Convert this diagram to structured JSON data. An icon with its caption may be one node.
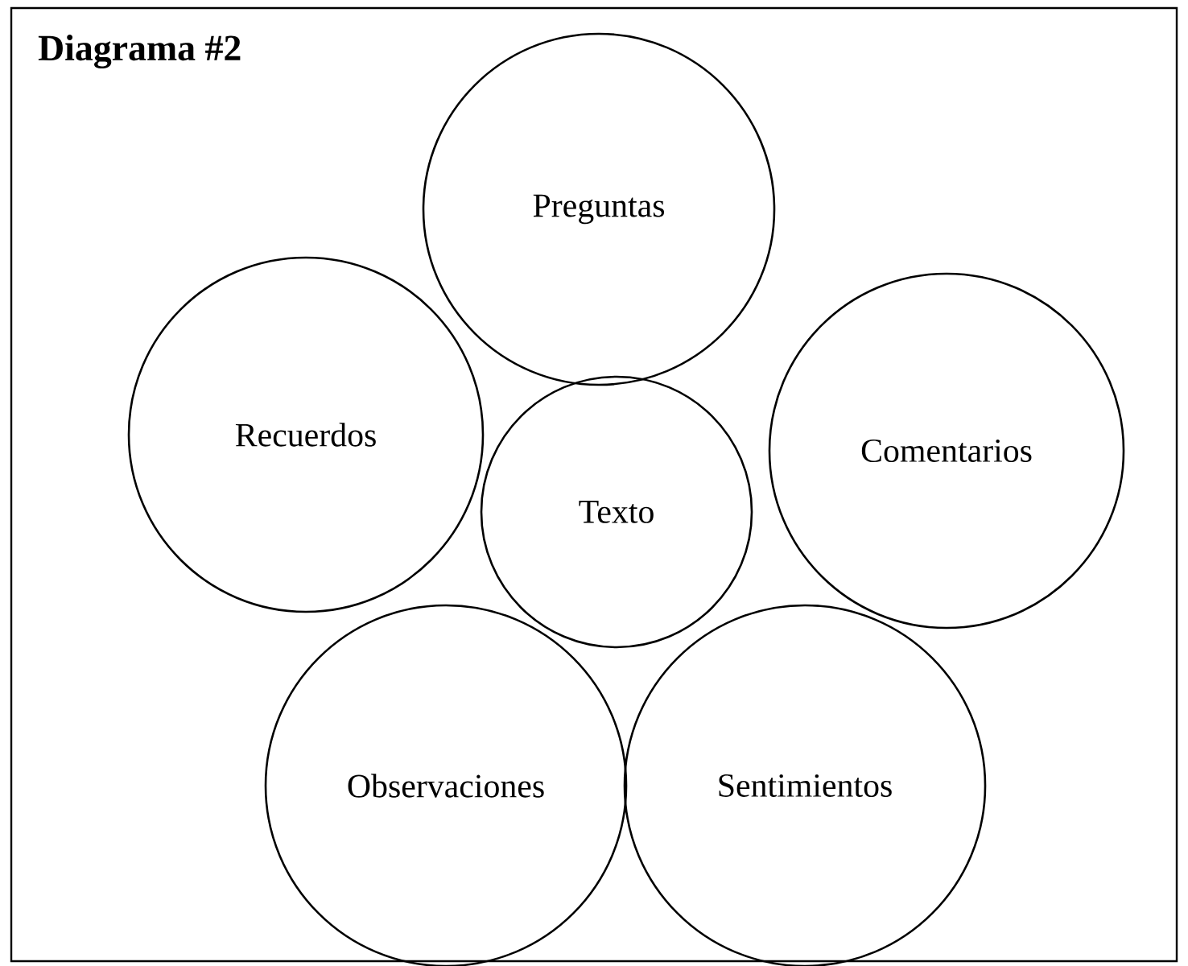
{
  "diagram": {
    "title": "Diagrama #2",
    "nodes": [
      {
        "text": [
          "Preguntas"
        ]
      },
      {
        "text": [
          "Recuerdos"
        ]
      },
      {
        "text": [
          "Texto"
        ]
      },
      {
        "text": [
          "Comentarios"
        ]
      },
      {
        "text": [
          "Observaciones"
        ]
      },
      {
        "text": [
          "Sentimientos"
        ]
      }
    ]
  }
}
